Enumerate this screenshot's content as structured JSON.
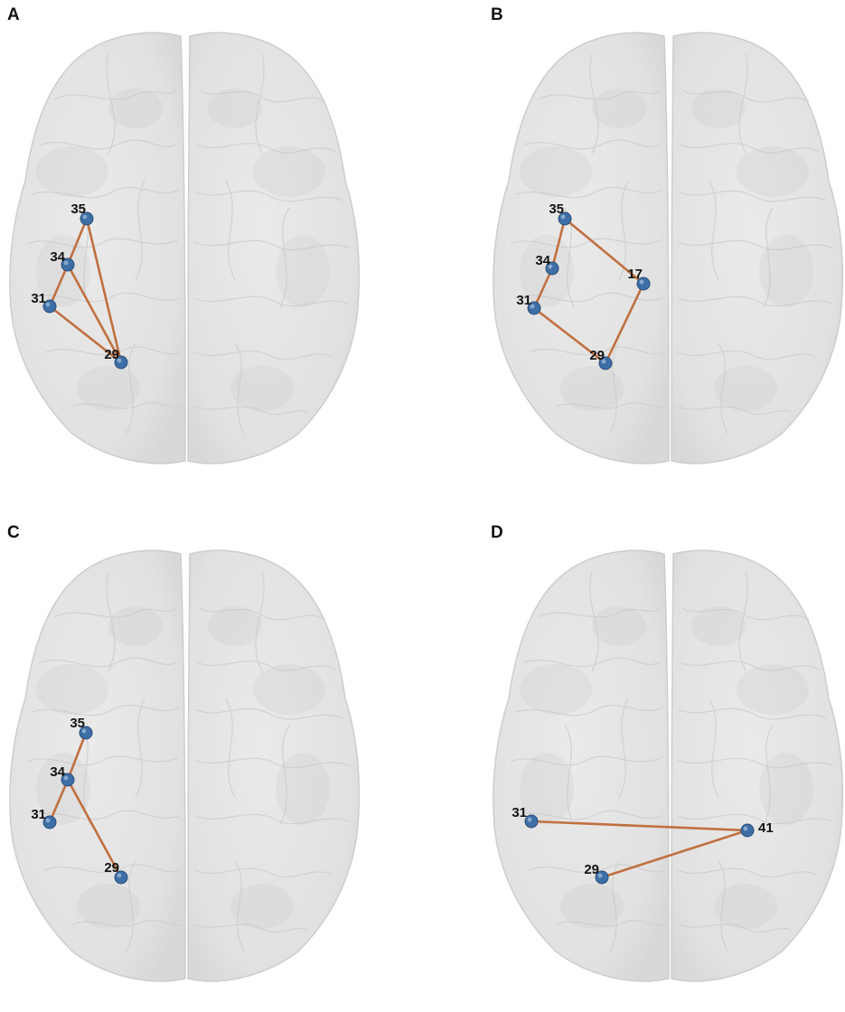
{
  "panels": [
    {
      "label": "A",
      "nodes": [
        {
          "id": "35",
          "label": "35"
        },
        {
          "id": "34",
          "label": "34"
        },
        {
          "id": "31",
          "label": "31"
        },
        {
          "id": "29",
          "label": "29"
        }
      ],
      "edges": [
        [
          "35",
          "34"
        ],
        [
          "35",
          "29"
        ],
        [
          "34",
          "31"
        ],
        [
          "34",
          "29"
        ],
        [
          "31",
          "29"
        ]
      ]
    },
    {
      "label": "B",
      "nodes": [
        {
          "id": "35",
          "label": "35"
        },
        {
          "id": "34",
          "label": "34"
        },
        {
          "id": "31",
          "label": "31"
        },
        {
          "id": "17",
          "label": "17"
        },
        {
          "id": "29",
          "label": "29"
        }
      ],
      "edges": [
        [
          "35",
          "34"
        ],
        [
          "35",
          "17"
        ],
        [
          "34",
          "31"
        ],
        [
          "31",
          "29"
        ],
        [
          "17",
          "29"
        ]
      ]
    },
    {
      "label": "C",
      "nodes": [
        {
          "id": "35",
          "label": "35"
        },
        {
          "id": "34",
          "label": "34"
        },
        {
          "id": "31",
          "label": "31"
        },
        {
          "id": "29",
          "label": "29"
        }
      ],
      "edges": [
        [
          "35",
          "34"
        ],
        [
          "34",
          "31"
        ],
        [
          "34",
          "29"
        ]
      ]
    },
    {
      "label": "D",
      "nodes": [
        {
          "id": "31",
          "label": "31"
        },
        {
          "id": "41",
          "label": "41"
        },
        {
          "id": "29",
          "label": "29"
        }
      ],
      "edges": [
        [
          "31",
          "41"
        ],
        [
          "29",
          "41"
        ]
      ]
    }
  ],
  "colors": {
    "node": "#3d6fa6",
    "edge": "#c0703f",
    "brain_fill": "#e4e4e4",
    "brain_stroke": "#cfcfcf"
  }
}
